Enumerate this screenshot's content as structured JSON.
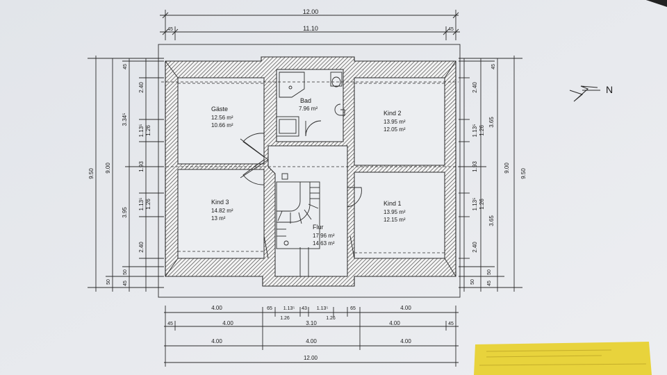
{
  "dimensions": {
    "top_total": "12.00",
    "top_inner": "11.10",
    "top_wall_left": "45",
    "top_wall_right": "45",
    "left_outer": "9.50",
    "left_mid": "9.00",
    "left_upper": "3.34⁵",
    "left_lower": "3.95",
    "left_a": "2.40",
    "left_b": "1.13⁵",
    "left_c": "1.26",
    "left_d": "1.93",
    "left_e": "1.13⁵",
    "left_f": "1.26",
    "left_g": "2.40",
    "left_h": "50",
    "left_i": "45",
    "left_j": "50",
    "left_k": "45",
    "right_outer": "9.50",
    "right_mid": "9.00",
    "right_upper": "3.65",
    "right_lower": "3.65",
    "right_a": "2.40",
    "right_b": "1.13⁵",
    "right_c": "1.26",
    "right_d": "1.93",
    "right_e": "1.13⁵",
    "right_f": "1.26",
    "right_g": "2.40",
    "right_h": "50",
    "right_i": "45",
    "right_j": "50",
    "right_k": "45",
    "bottom_row1": [
      "4.00",
      "65",
      "1.13⁵",
      "43",
      "1.13⁵",
      "65",
      "4.00"
    ],
    "bottom_row2": [
      "1.26",
      "1.26"
    ],
    "bottom_row3": [
      "45",
      "4.00",
      "3.10",
      "4.00",
      "45"
    ],
    "bottom_row4": [
      "4.00",
      "4.00",
      "4.00"
    ],
    "bottom_total": "12.00"
  },
  "rooms": {
    "gaeste": {
      "name": "Gäste",
      "area1": "12.56 m²",
      "area2": "10.66 m²"
    },
    "bad": {
      "name": "Bad",
      "area1": "7.96 m²"
    },
    "kind2": {
      "name": "Kind 2",
      "area1": "13.95 m²",
      "area2": "12.05 m²"
    },
    "kind3": {
      "name": "Kind 3",
      "area1": "14.82 m²",
      "area2": "13 m²"
    },
    "flur": {
      "name": "Flur",
      "area1": "17.96 m²",
      "area2": "14.63 m²"
    },
    "kind1": {
      "name": "Kind 1",
      "area1": "13.95 m²",
      "area2": "12.15 m²"
    }
  },
  "north_label": "N",
  "colors": {
    "paper": "#e6e8ec",
    "line": "#2a2a2a",
    "label_sticker": "#e9d53a"
  }
}
